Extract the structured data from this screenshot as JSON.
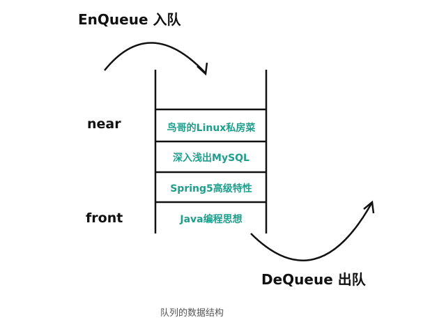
{
  "enqueue_label": "EnQueue 入队",
  "dequeue_label": "DeQueue 出队",
  "near_label": "near",
  "front_label": "front",
  "queue_items": [
    "鸟哥的Linux私房菜",
    "深入浅出MySQL",
    "Spring5高级特性",
    "Java编程思想"
  ],
  "caption": "队列的数据结构",
  "colors": {
    "item_text": "#1f9e8c",
    "line": "#111111"
  }
}
